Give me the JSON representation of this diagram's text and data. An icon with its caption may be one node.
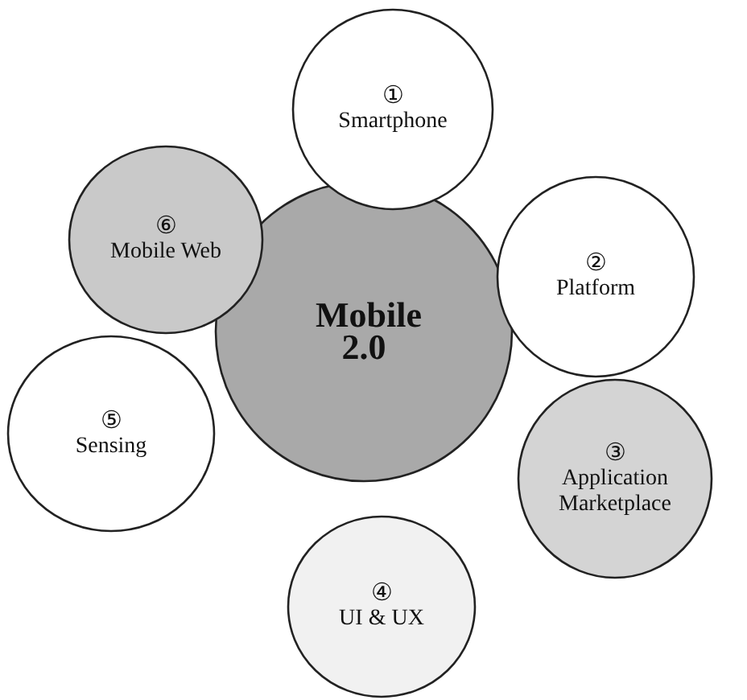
{
  "diagram": {
    "nodes": [
      {
        "text": [
          "Mobile 2.0"
        ]
      },
      {
        "text": [
          "①",
          "Smartphone"
        ]
      },
      {
        "text": [
          "②",
          "Platform"
        ]
      },
      {
        "text": [
          "③",
          "Application Marketplace"
        ]
      },
      {
        "text": [
          "④",
          "UI & UX"
        ]
      },
      {
        "text": [
          "⑤",
          "Sensing"
        ]
      },
      {
        "text": [
          "⑥",
          "Mobile Web"
        ]
      }
    ]
  }
}
